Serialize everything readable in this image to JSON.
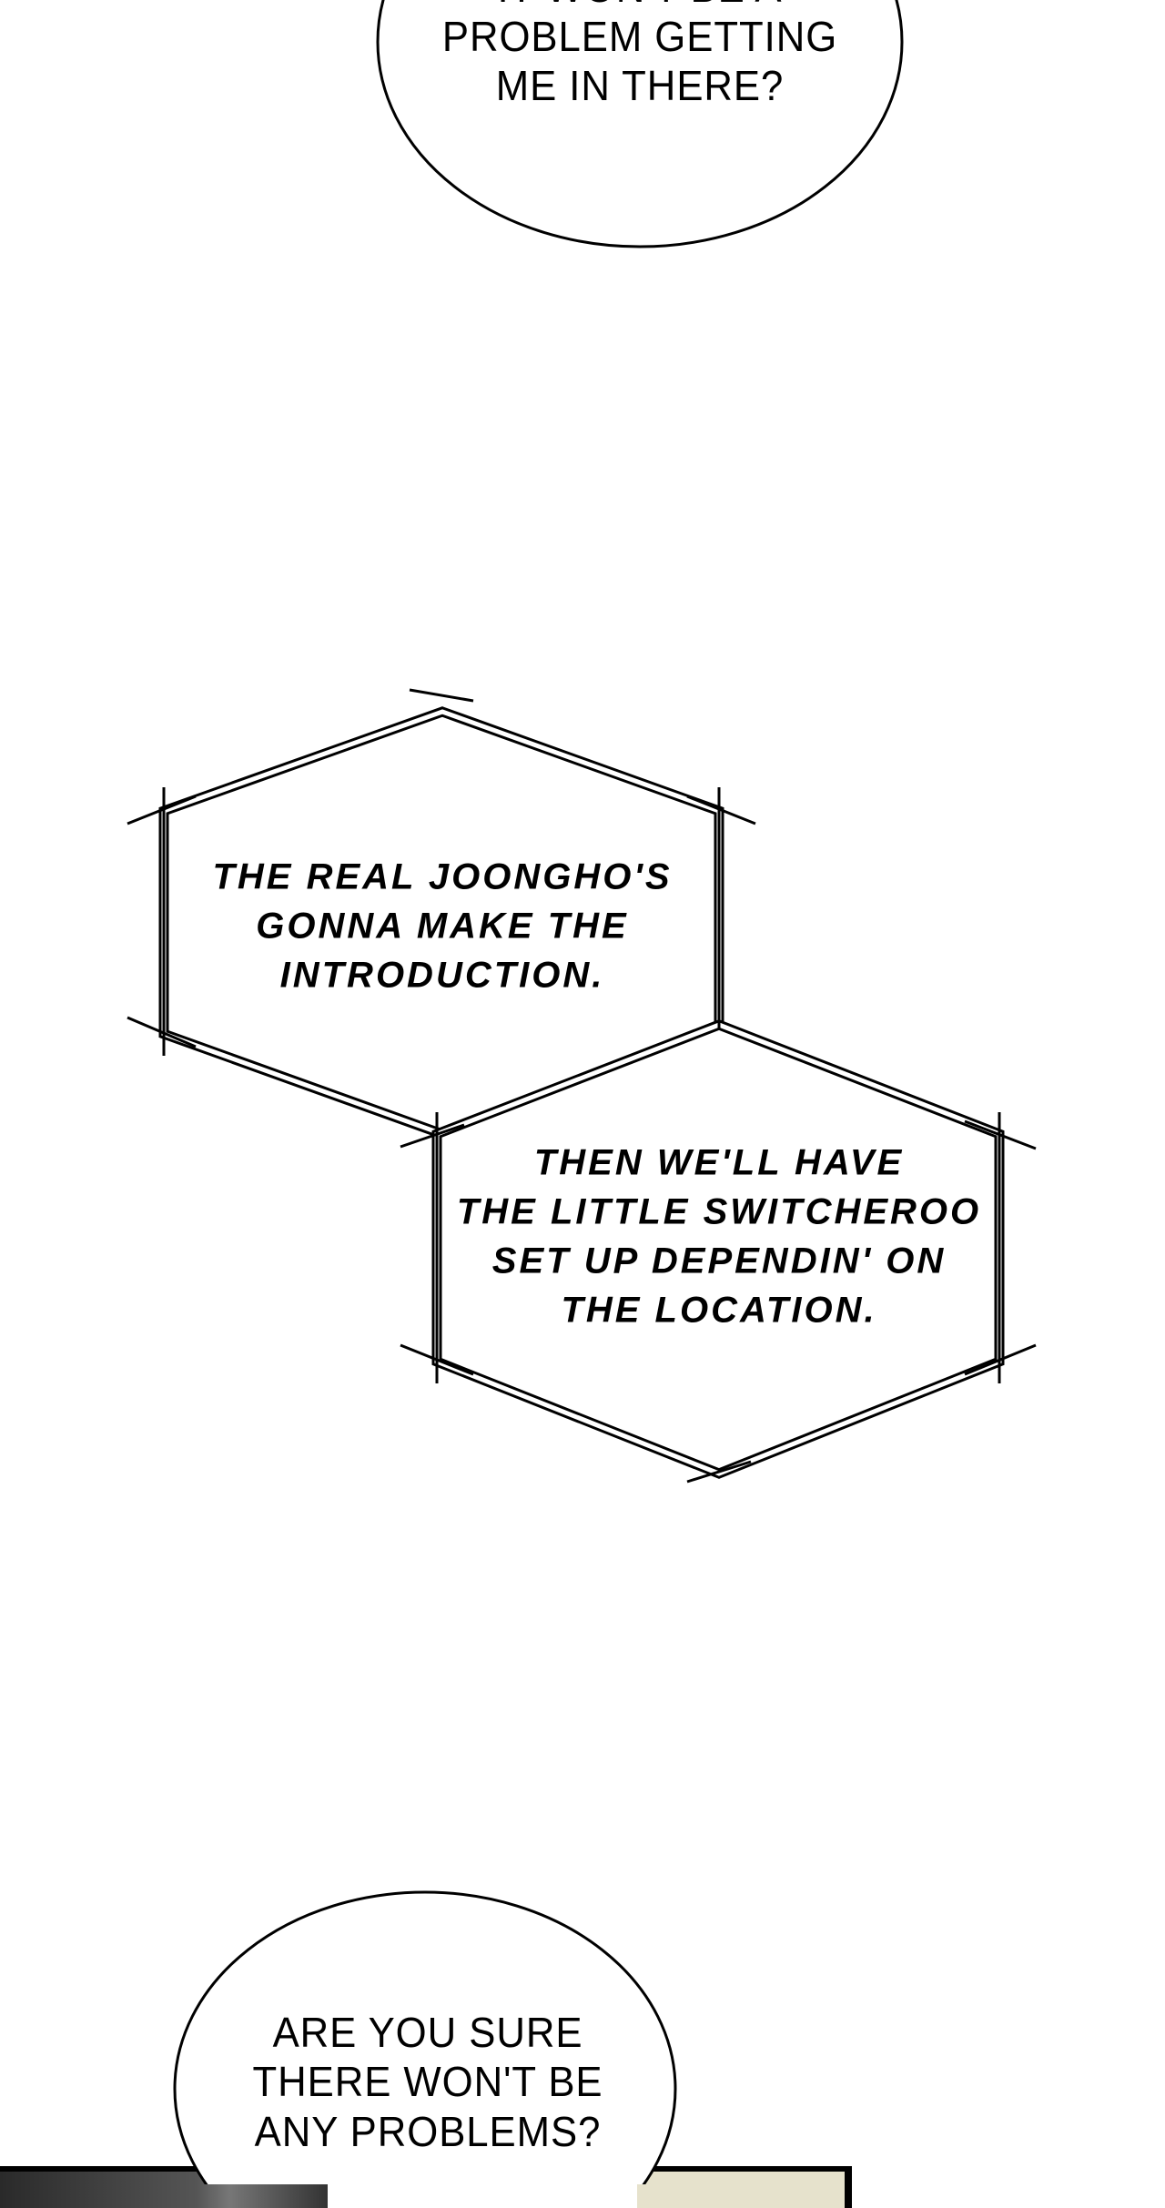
{
  "top_bubble": {
    "lines": [
      "IT WON'T BE A",
      "PROBLEM GETTING",
      "ME IN THERE?"
    ]
  },
  "hex_box_1": {
    "lines": [
      "THE REAL JOONGHO'S",
      "GONNA MAKE THE",
      "INTRODUCTION."
    ]
  },
  "hex_box_2": {
    "lines": [
      "THEN WE'LL HAVE",
      "THE LITTLE SWITCHEROO",
      "SET UP DEPENDIN' ON",
      "THE LOCATION."
    ]
  },
  "bottom_bubble": {
    "lines": [
      "ARE YOU SURE",
      "THERE WON'T BE",
      "ANY PROBLEMS?"
    ]
  },
  "colors": {
    "ink": "#000000",
    "panel_dark": "#3c3c3c",
    "panel_cream": "#e6e2cc"
  }
}
